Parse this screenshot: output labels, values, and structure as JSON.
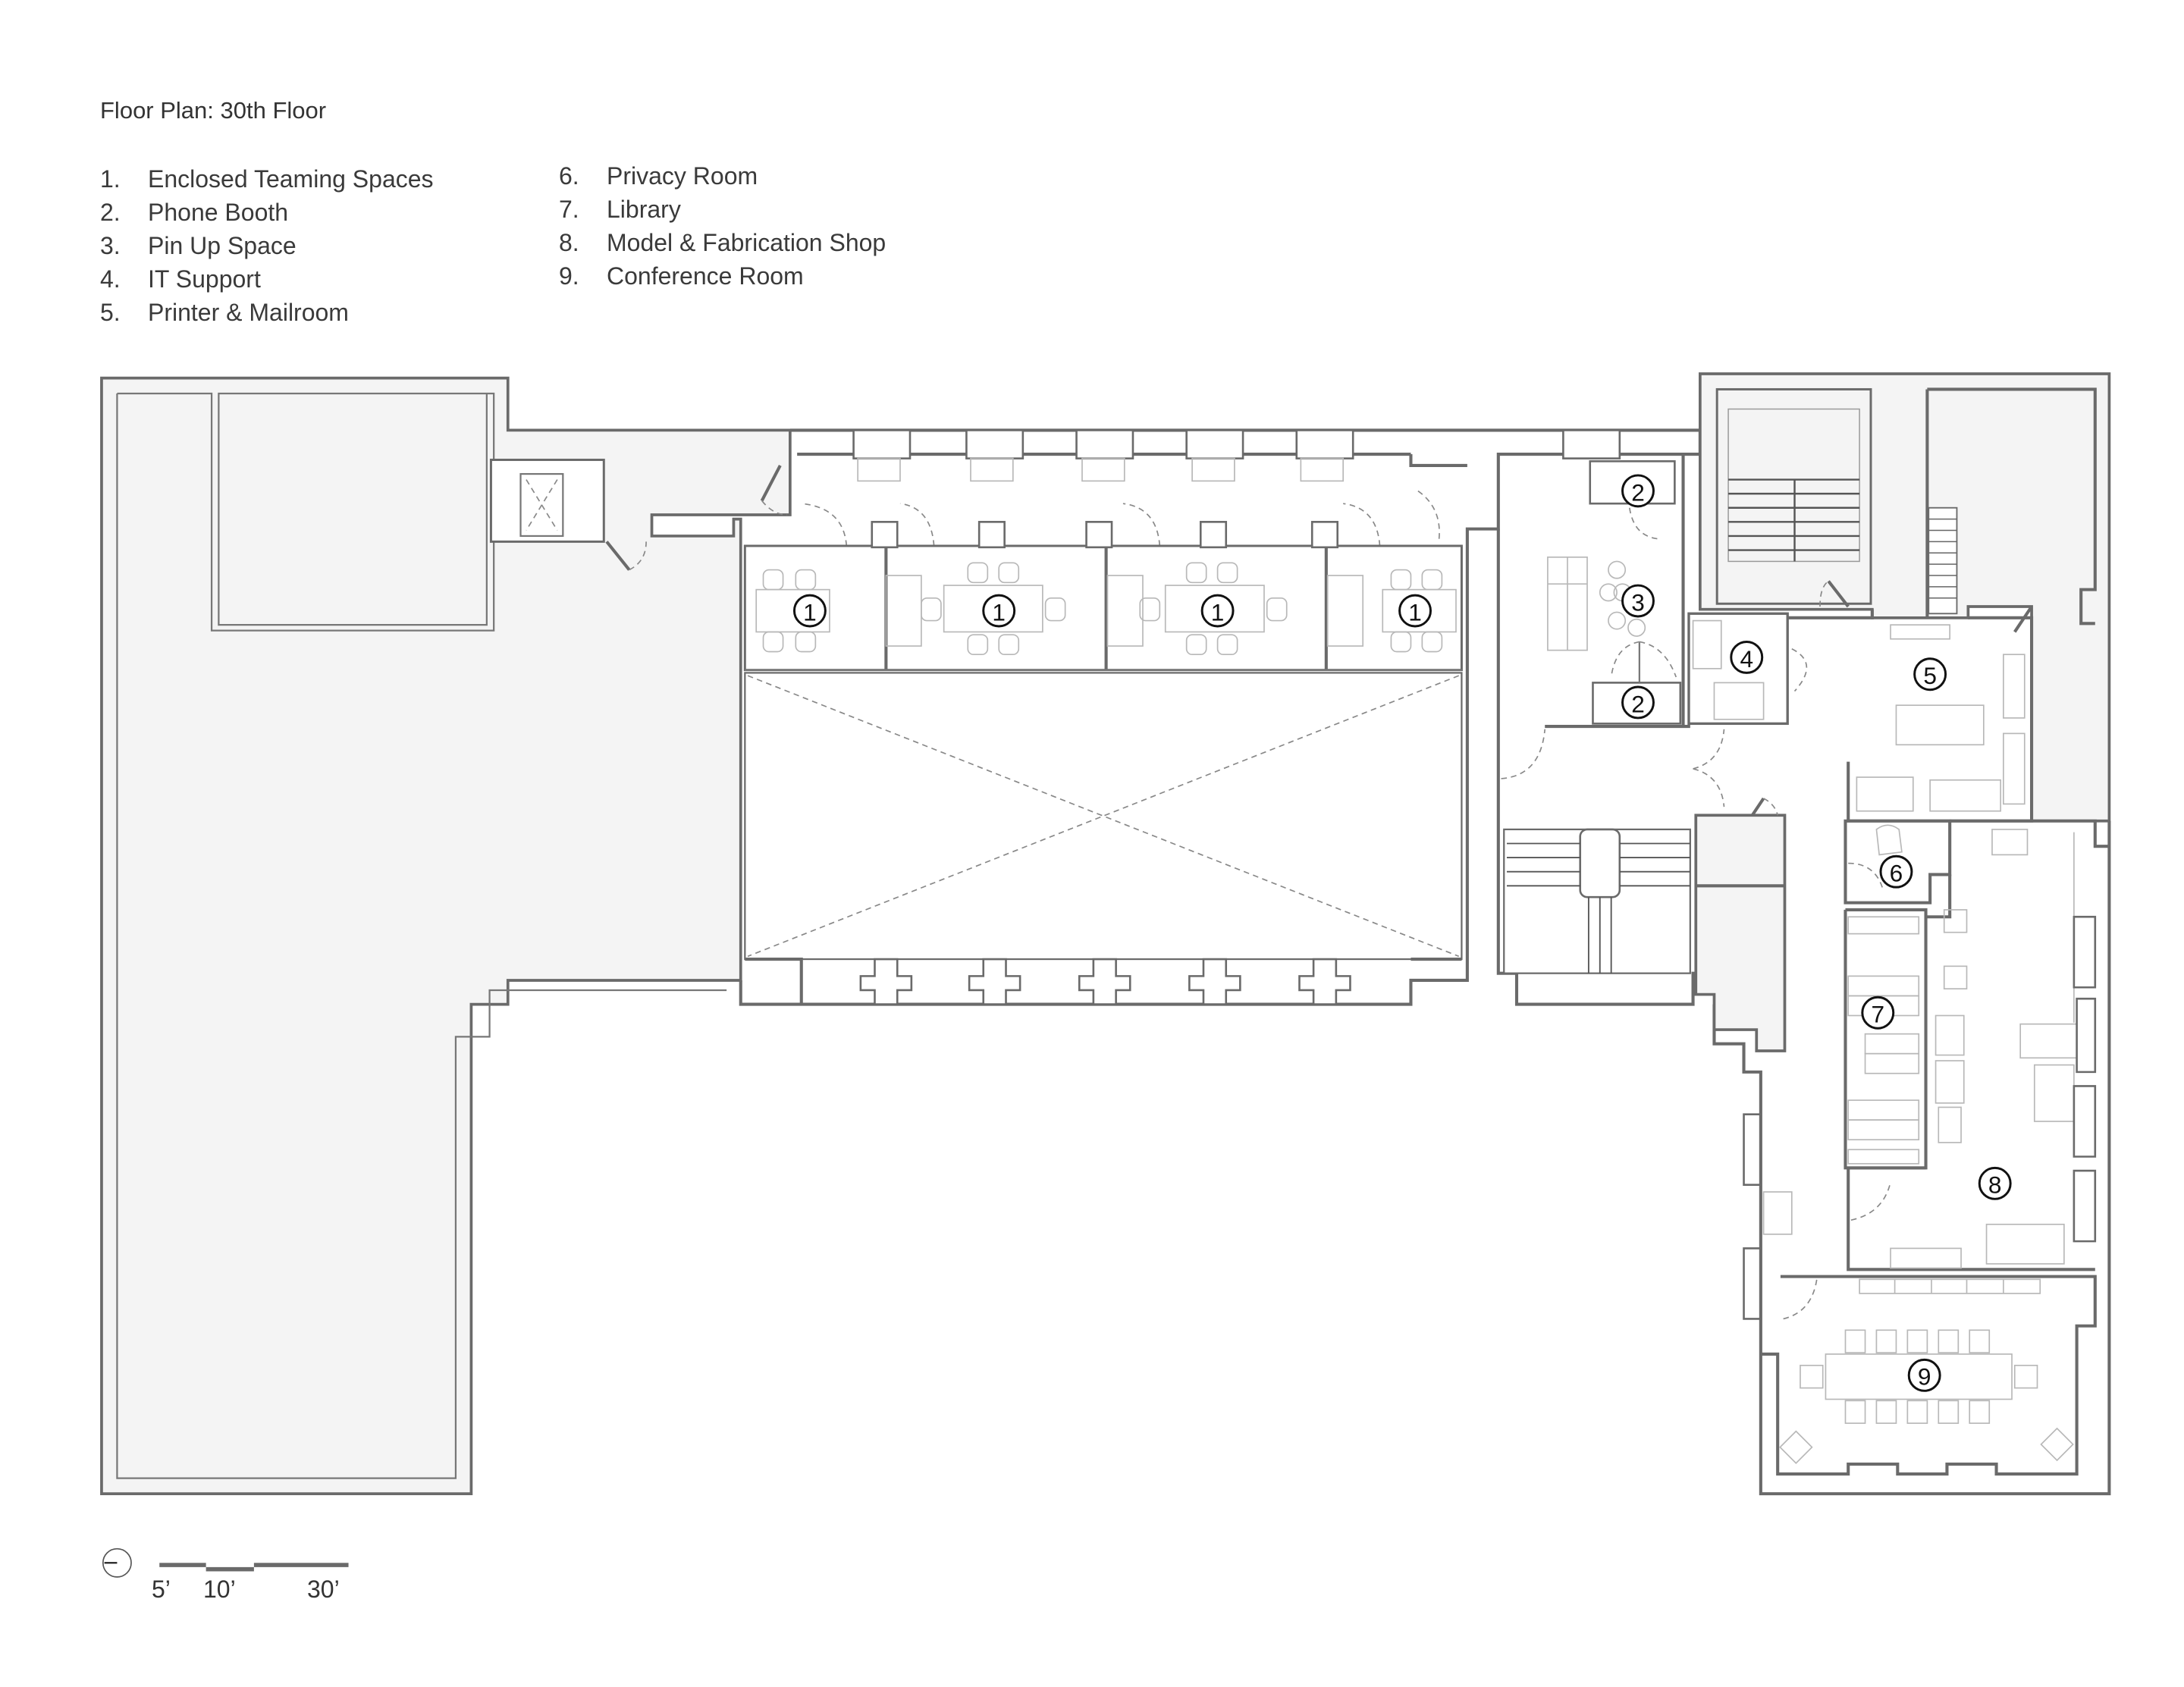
{
  "title": "Floor Plan: 30th Floor",
  "legend": {
    "column1": [
      {
        "num": "1.",
        "label": "Enclosed Teaming Spaces"
      },
      {
        "num": "2.",
        "label": "Phone Booth"
      },
      {
        "num": "3.",
        "label": "Pin Up Space"
      },
      {
        "num": "4.",
        "label": "IT Support"
      },
      {
        "num": "5.",
        "label": "Printer & Mailroom"
      }
    ],
    "column2": [
      {
        "num": "6.",
        "label": "Privacy Room"
      },
      {
        "num": "7.",
        "label": "Library"
      },
      {
        "num": "8.",
        "label": "Model & Fabrication Shop"
      },
      {
        "num": "9.",
        "label": "Conference Room"
      }
    ]
  },
  "room_tags": {
    "t1a": "1",
    "t1b": "1",
    "t1c": "1",
    "t1d": "1",
    "t2a": "2",
    "t2b": "2",
    "t3": "3",
    "t4": "4",
    "t5": "5",
    "t6": "6",
    "t7": "7",
    "t8": "8",
    "t9": "9"
  },
  "scale_bar": {
    "labels": [
      "5’",
      "10’",
      "30’"
    ]
  },
  "north_arrow": "north-arrow-icon",
  "colors": {
    "wall": "#6a6a6a",
    "shaded_area": "#f4f4f4",
    "furniture": "#b8b8b8",
    "text": "#333333"
  }
}
